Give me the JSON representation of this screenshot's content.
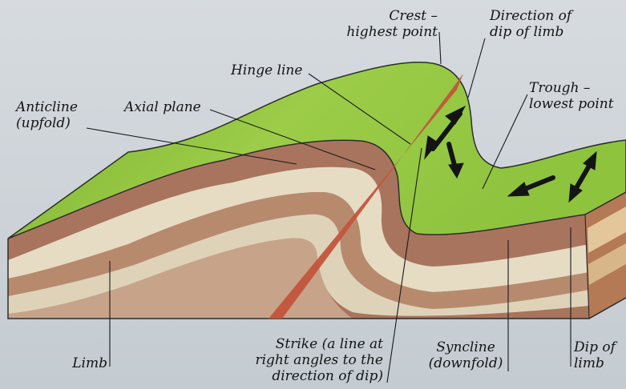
{
  "labels": {
    "crest": [
      "Crest –",
      "highest point"
    ],
    "direction_of_dip": [
      "Direction of",
      "dip of limb"
    ],
    "hinge_line": "Hinge line",
    "trough": [
      "Trough –",
      "lowest point"
    ],
    "anticline": [
      "Anticline",
      "(upfold)"
    ],
    "axial_plane": "Axial plane",
    "limb": "Limb",
    "strike": [
      "Strike (a line at",
      "right angles to the",
      "direction of dip)"
    ],
    "syncline": [
      "Syncline",
      "(downfold)"
    ],
    "dip_of_limb": [
      "Dip of",
      "limb"
    ]
  },
  "colors": {
    "background": "#cdd3d8",
    "surface_green": "#8cc13c",
    "rock_brown": "#a9745d",
    "rock_pale": "#e6dcc4",
    "axial_plane": "#c2553b",
    "arrows": "#141414"
  }
}
